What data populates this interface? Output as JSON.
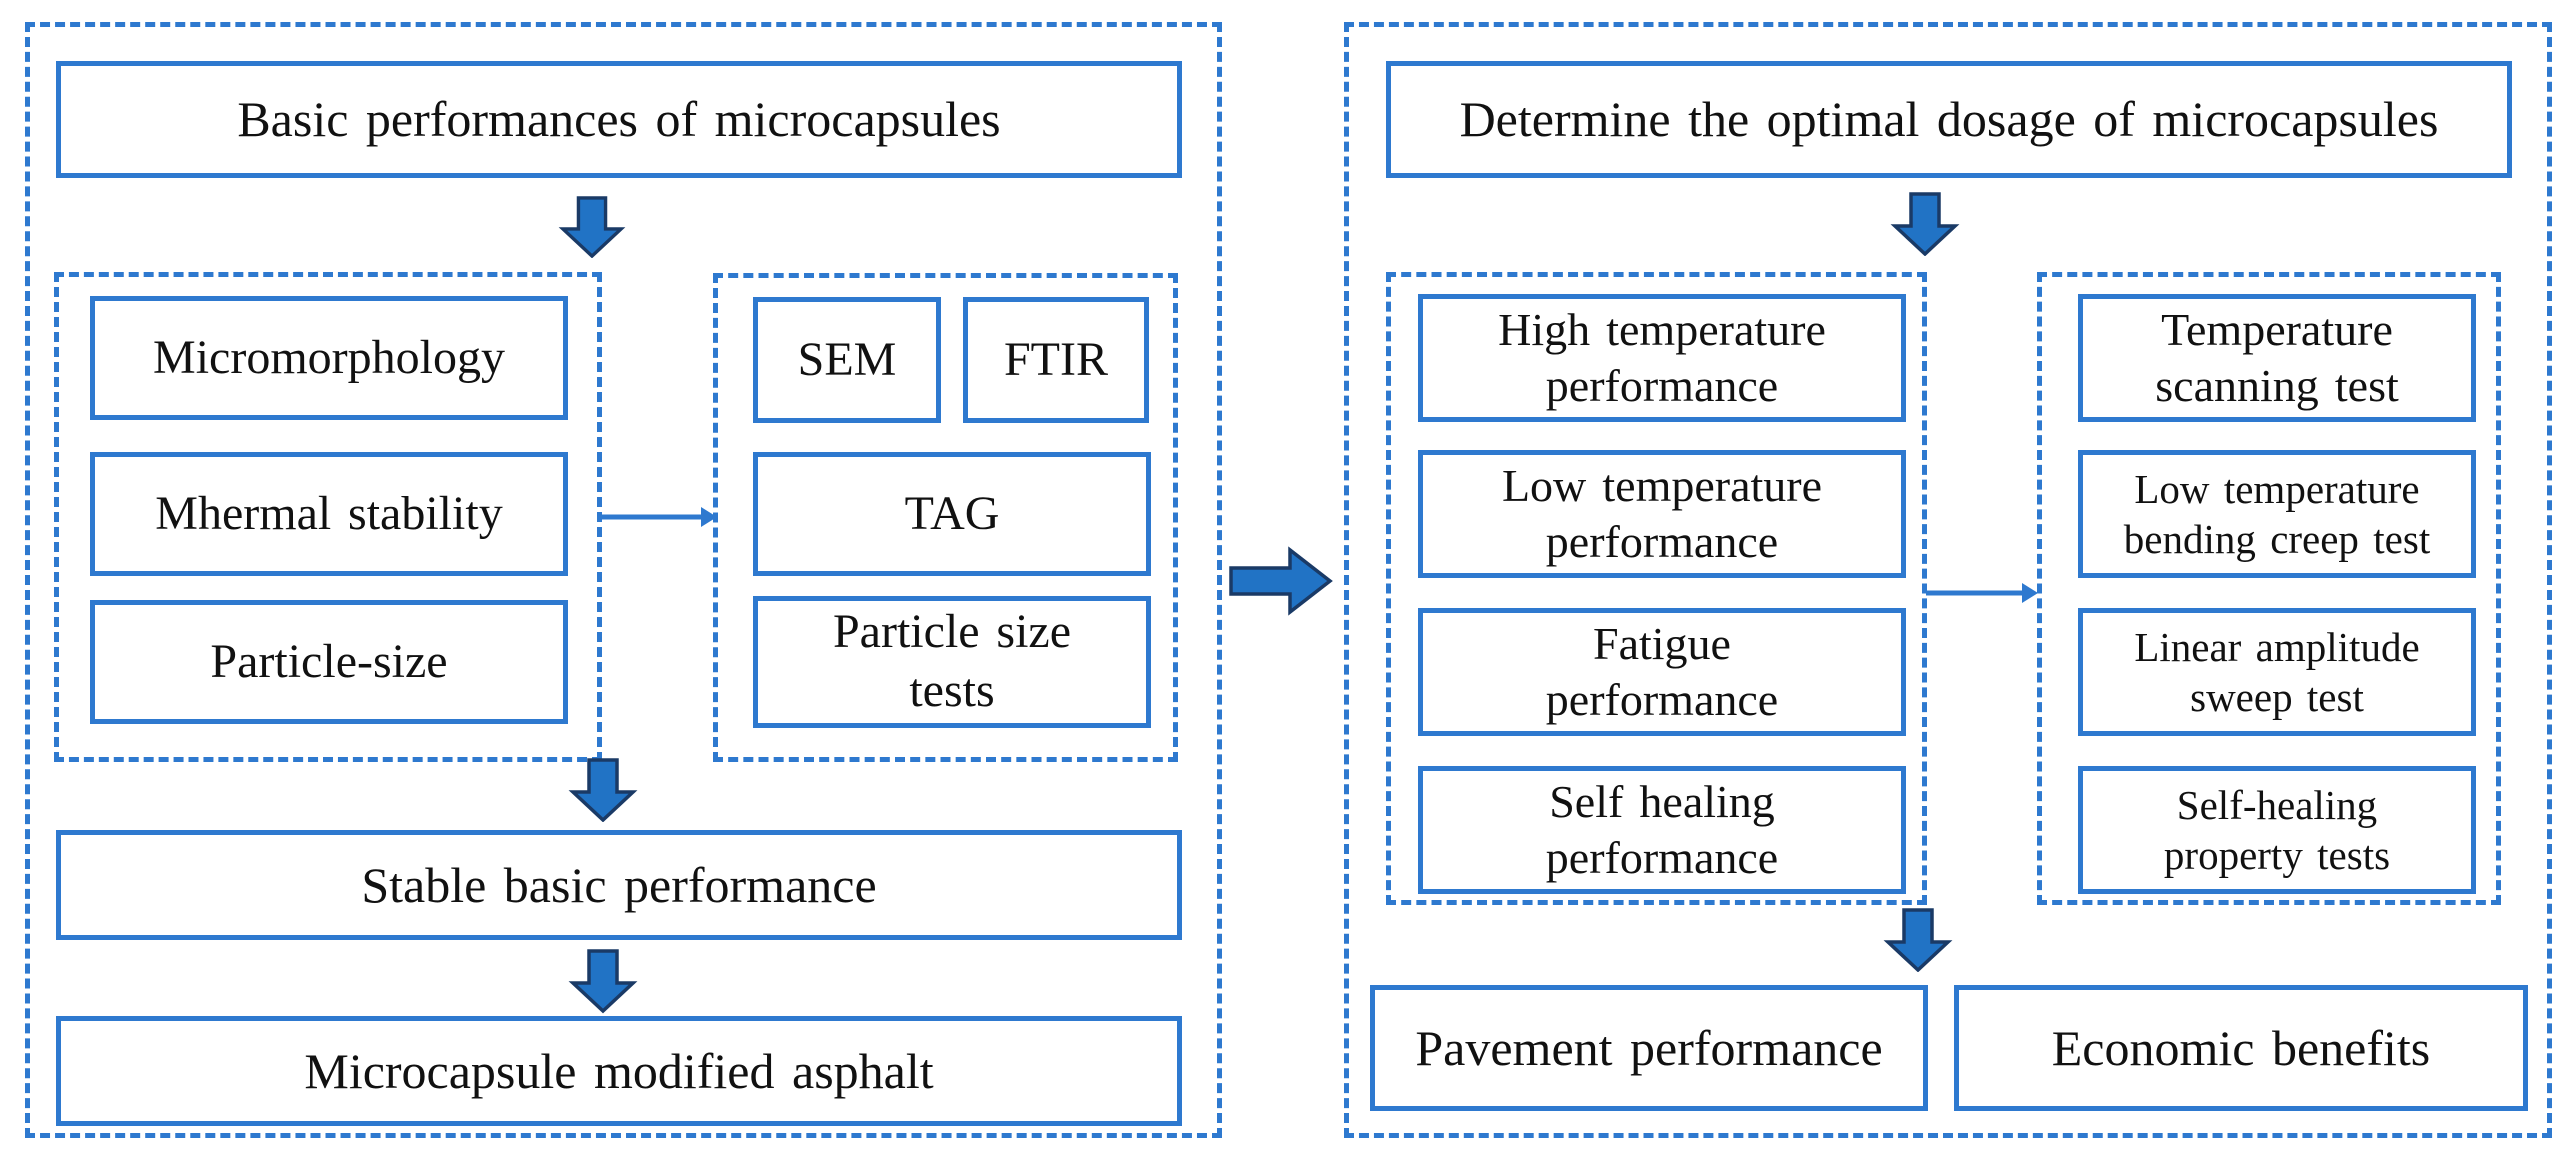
{
  "figure": {
    "type": "flowchart",
    "description": "Two-panel flowchart of microcapsule testing and microcapsule modified asphalt evaluation"
  },
  "colors": {
    "line_blue": "#2E79CF",
    "arrow_fill": "#2173C5",
    "arrow_outline": "#1A3A66",
    "text": "#111111",
    "background": "#FFFFFF"
  },
  "left_panel": {
    "title": "Basic performances of microcapsules",
    "characterization_boxes": [
      "Micromorphology",
      "Mhermal stability",
      "Particle-size"
    ],
    "test_boxes": [
      "SEM",
      "FTIR",
      "TAG",
      "Particle size\ntests"
    ],
    "result": "Stable basic performance",
    "product": "Microcapsule modified asphalt"
  },
  "right_panel": {
    "title": "Determine the optimal dosage of microcapsules",
    "performance_boxes": [
      "High temperature\nperformance",
      "Low temperature\nperformance",
      "Fatigue\nperformance",
      "Self healing\nperformance"
    ],
    "test_boxes": [
      "Temperature\nscanning test",
      "Low temperature\nbending creep test",
      "Linear amplitude\nsweep test",
      "Self-healing\nproperty tests"
    ],
    "outcome_boxes": [
      "Pavement performance",
      "Economic benefits"
    ]
  }
}
